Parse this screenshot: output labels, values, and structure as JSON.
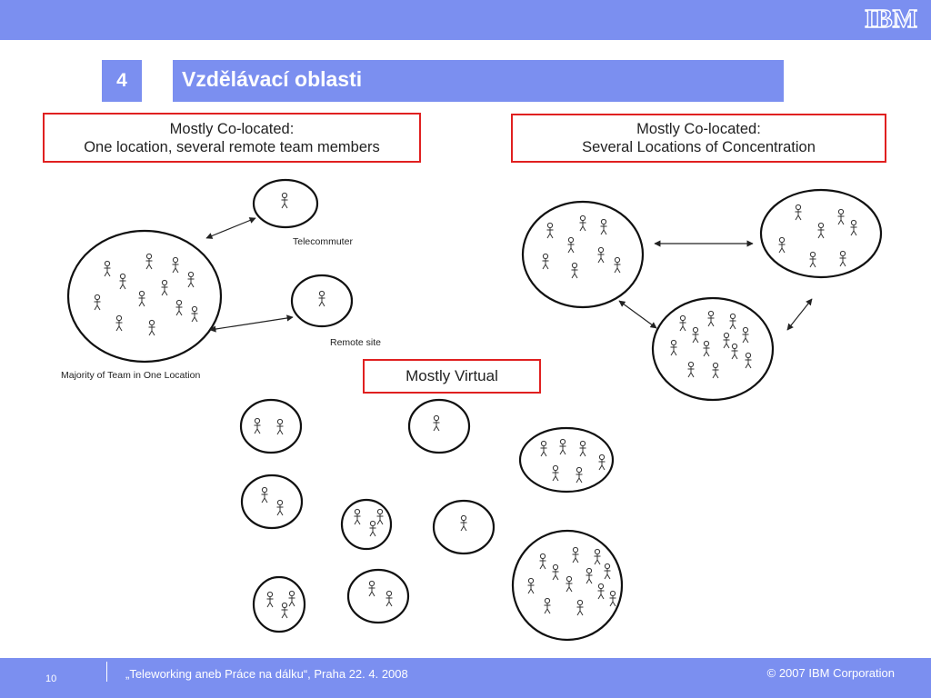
{
  "header": {
    "logo": "IBM",
    "section_number": "4",
    "title": "Vzdělávací oblasti"
  },
  "panels": {
    "left": {
      "line1": "Mostly Co-located:",
      "line2": "One location, several remote team members"
    },
    "right": {
      "line1": "Mostly Co-located:",
      "line2": "Several Locations of Concentration"
    },
    "virtual": {
      "label": "Mostly Virtual"
    }
  },
  "captions": {
    "telecommuter": "Telecommuter",
    "remote_site": "Remote site",
    "majority": "Majority of Team in One Location"
  },
  "footer": {
    "page": "10",
    "event": "„Teleworking aneb Práce na dálku“, Praha 22. 4. 2008",
    "copyright": "© 2007 IBM Corporation"
  },
  "colors": {
    "bar": "#7b8ff0",
    "frame": "#e02020"
  },
  "icons": [
    "ibm-logo-icon",
    "person-icon",
    "double-arrow-icon"
  ]
}
